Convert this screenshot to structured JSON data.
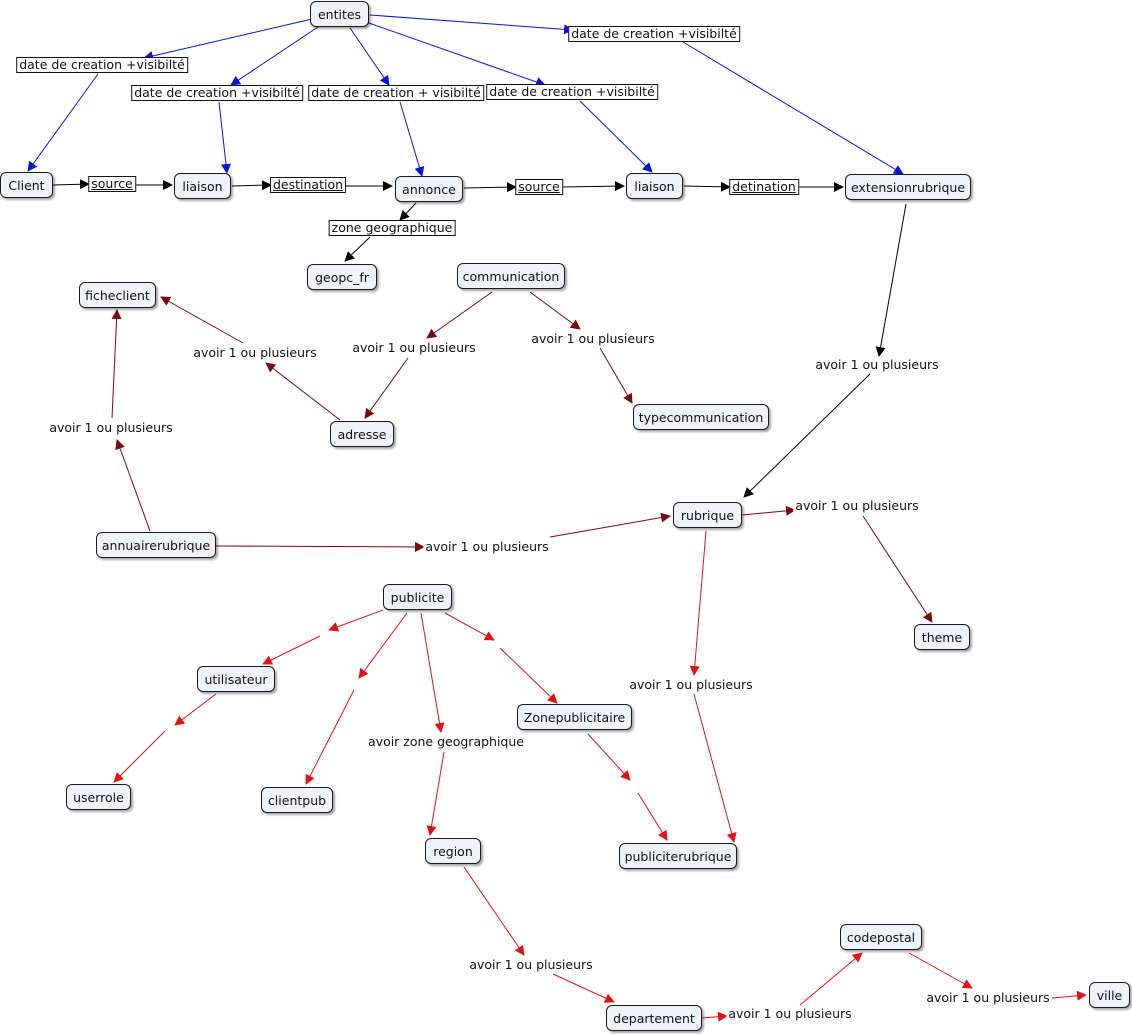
{
  "colors": {
    "blue": "#0a14d6",
    "dark_red": "#7a0a0a",
    "red": "#e01414",
    "black": "#000000"
  },
  "nodes": {
    "entites": "entites",
    "client": "Client",
    "liaison1": "liaison",
    "annonce": "annonce",
    "liaison2": "liaison",
    "extensionrubrique": "extensionrubrique",
    "geopc_fr": "geopc_fr",
    "ficheclient": "ficheclient",
    "communication": "communication",
    "adresse": "adresse",
    "typecommunication": "typecommunication",
    "annuairerubrique": "annuairerubrique",
    "rubrique": "rubrique",
    "theme": "theme",
    "publicite": "publicite",
    "utilisateur": "utilisateur",
    "userrole": "userrole",
    "clientpub": "clientpub",
    "zonepublicitaire": "Zonepublicitaire",
    "publiciterubrique": "publiciterubrique",
    "region": "region",
    "departement": "departement",
    "codepostal": "codepostal",
    "ville": "ville"
  },
  "labels": {
    "dc_client": "date de creation +visibilté",
    "dc_liaison1": "date de creation +visibilté",
    "dc_annonce": "date de creation + visibilté",
    "dc_liaison2": "date de creation +visibilté",
    "dc_ext": "date de creation +visibilté",
    "source1": "source",
    "destination": "destination",
    "source2": "source",
    "detination": "detination",
    "zone_geo": "zone geographique",
    "avoir_ext": "avoir 1 ou plusieurs",
    "avoir_adresse_fiche": "avoir 1 ou plusieurs",
    "avoir_comm_adresse": "avoir 1 ou plusieurs",
    "avoir_comm_type": "avoir 1 ou plusieurs",
    "avoir_annuaire_fiche": "avoir 1 ou plusieurs",
    "avoir_annuaire_rub": "avoir 1 ou plusieurs",
    "avoir_rub_theme": "avoir 1 ou plusieurs",
    "avoir_rub_pub": "avoir 1 ou plusieurs",
    "avoir_zone_geo": "avoir zone geographique",
    "avoir_region_dep": "avoir 1 ou plusieurs",
    "avoir_dep_cp": "avoir 1 ou plusieurs",
    "avoir_cp_ville": "avoir 1 ou plusieurs"
  }
}
